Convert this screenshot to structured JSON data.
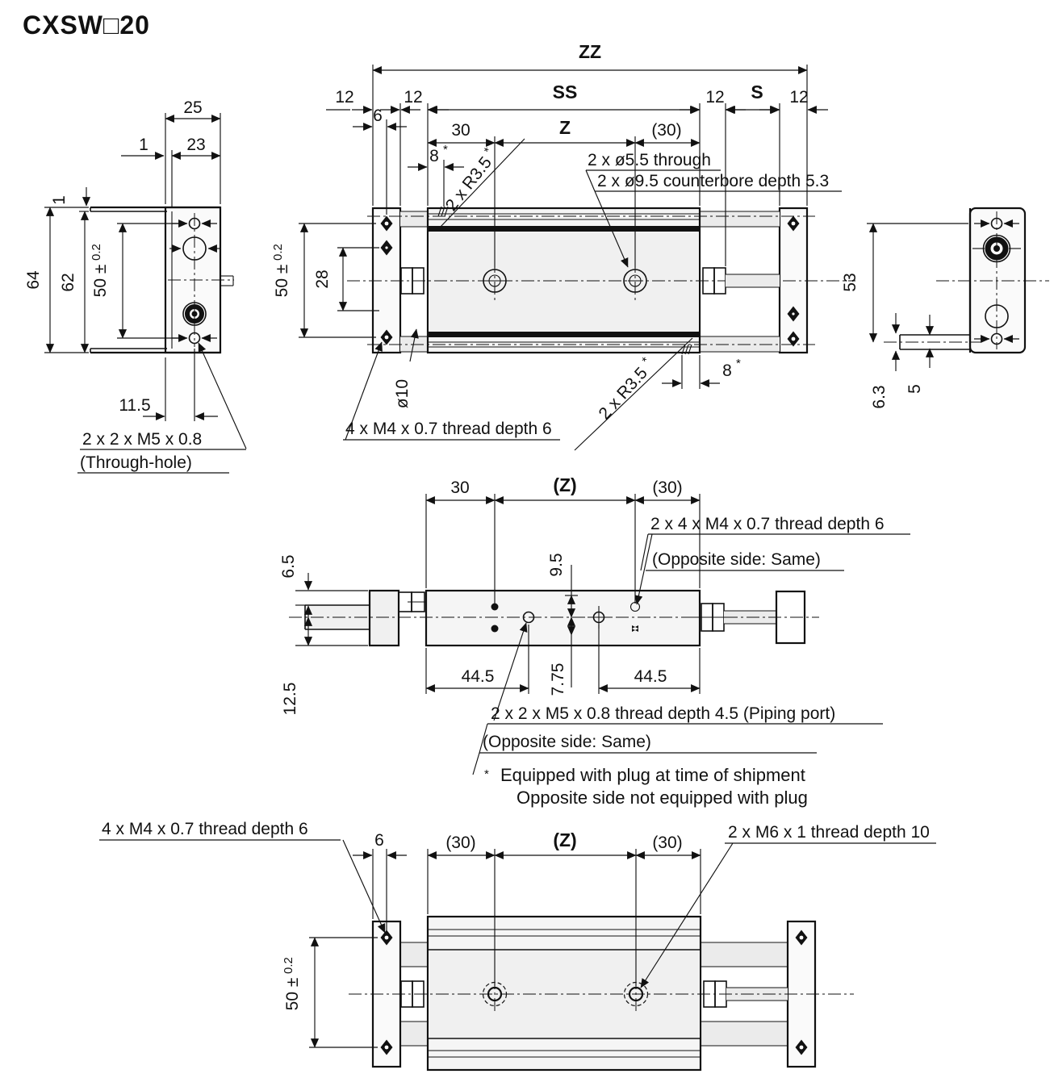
{
  "title": "CXSW□20",
  "marks": {
    "ast": "*",
    "tol": "0.2",
    "d50": "50 ±"
  },
  "front": {
    "d25": "25",
    "d23": "23",
    "d1h": "1",
    "d1v": "1",
    "d64": "64",
    "d62": "62",
    "d115": "11.5",
    "thread": "2 x 2 x M5 x 0.8",
    "through": "(Through-hole)"
  },
  "plan": {
    "zz": "ZZ",
    "ss": "SS",
    "s": "S",
    "z": "Z",
    "d12": "12",
    "d6": "6",
    "d30": "30",
    "d30p": "(30)",
    "d8": "8",
    "d28": "28",
    "dia10": "ø10",
    "r35": "2 x R3.5",
    "drill": "2 x ø5.5 through",
    "cbore": "2 x ø9.5 counterbore depth 5.3",
    "m4": "4 x M4 x 0.7 thread depth 6"
  },
  "end": {
    "d53": "53",
    "d63": "6.3",
    "d5": "5"
  },
  "mid": {
    "d30": "30",
    "z": "(Z)",
    "d30p": "(30)",
    "d65": "6.5",
    "d125": "12.5",
    "d95": "9.5",
    "d775": "7.75",
    "d445": "44.5",
    "m4": "2 x 4 x M4 x 0.7 thread depth 6",
    "m5": "2 x 2 x M5 x 0.8 thread depth 4.5 (Piping port)",
    "opp": "(Opposite side: Same)",
    "note1": "Equipped with plug at time of shipment",
    "note2": "Opposite side not equipped with plug"
  },
  "bottom": {
    "d6": "6",
    "d30p": "(30)",
    "z": "(Z)",
    "m4": "4 x M4 x 0.7 thread depth 6",
    "m6": "2 x M6 x 1 thread depth 10"
  }
}
